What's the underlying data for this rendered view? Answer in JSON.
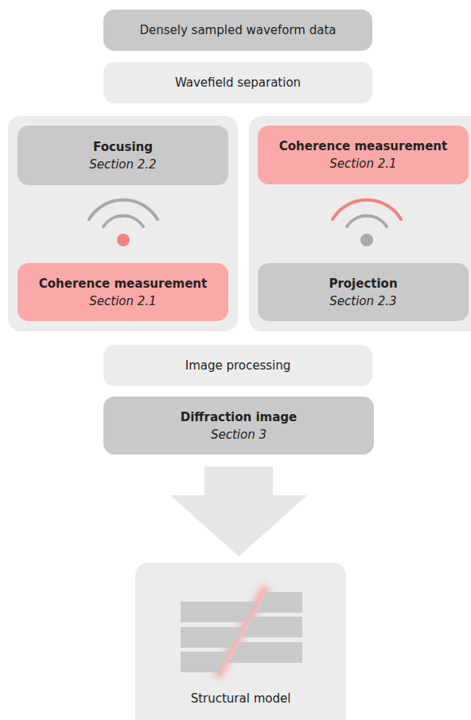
{
  "diagram": {
    "nodes": [
      {
        "text": [
          "Densely sampled waveform data"
        ]
      },
      {
        "text": [
          "Wavefield separation"
        ]
      },
      {
        "text": []
      },
      {
        "text": [
          "Focusing",
          "Section 2.2"
        ],
        "in": 2
      },
      {
        "text": [
          "Coherence measurement",
          "Section 2.1"
        ],
        "in": 2
      },
      {
        "text": []
      },
      {
        "text": [
          "Coherence measurement",
          "Section 2.1"
        ],
        "in": 5
      },
      {
        "text": [
          "Projection",
          "Section 2.3"
        ],
        "in": 5
      },
      {
        "text": [
          "Image processing"
        ]
      },
      {
        "text": [
          "Diffraction image",
          "Section 3"
        ]
      },
      {
        "text": [
          "Structural model"
        ]
      }
    ],
    "edges": [
      {
        "from": 9,
        "to": 10,
        "arrow": "to"
      }
    ]
  }
}
